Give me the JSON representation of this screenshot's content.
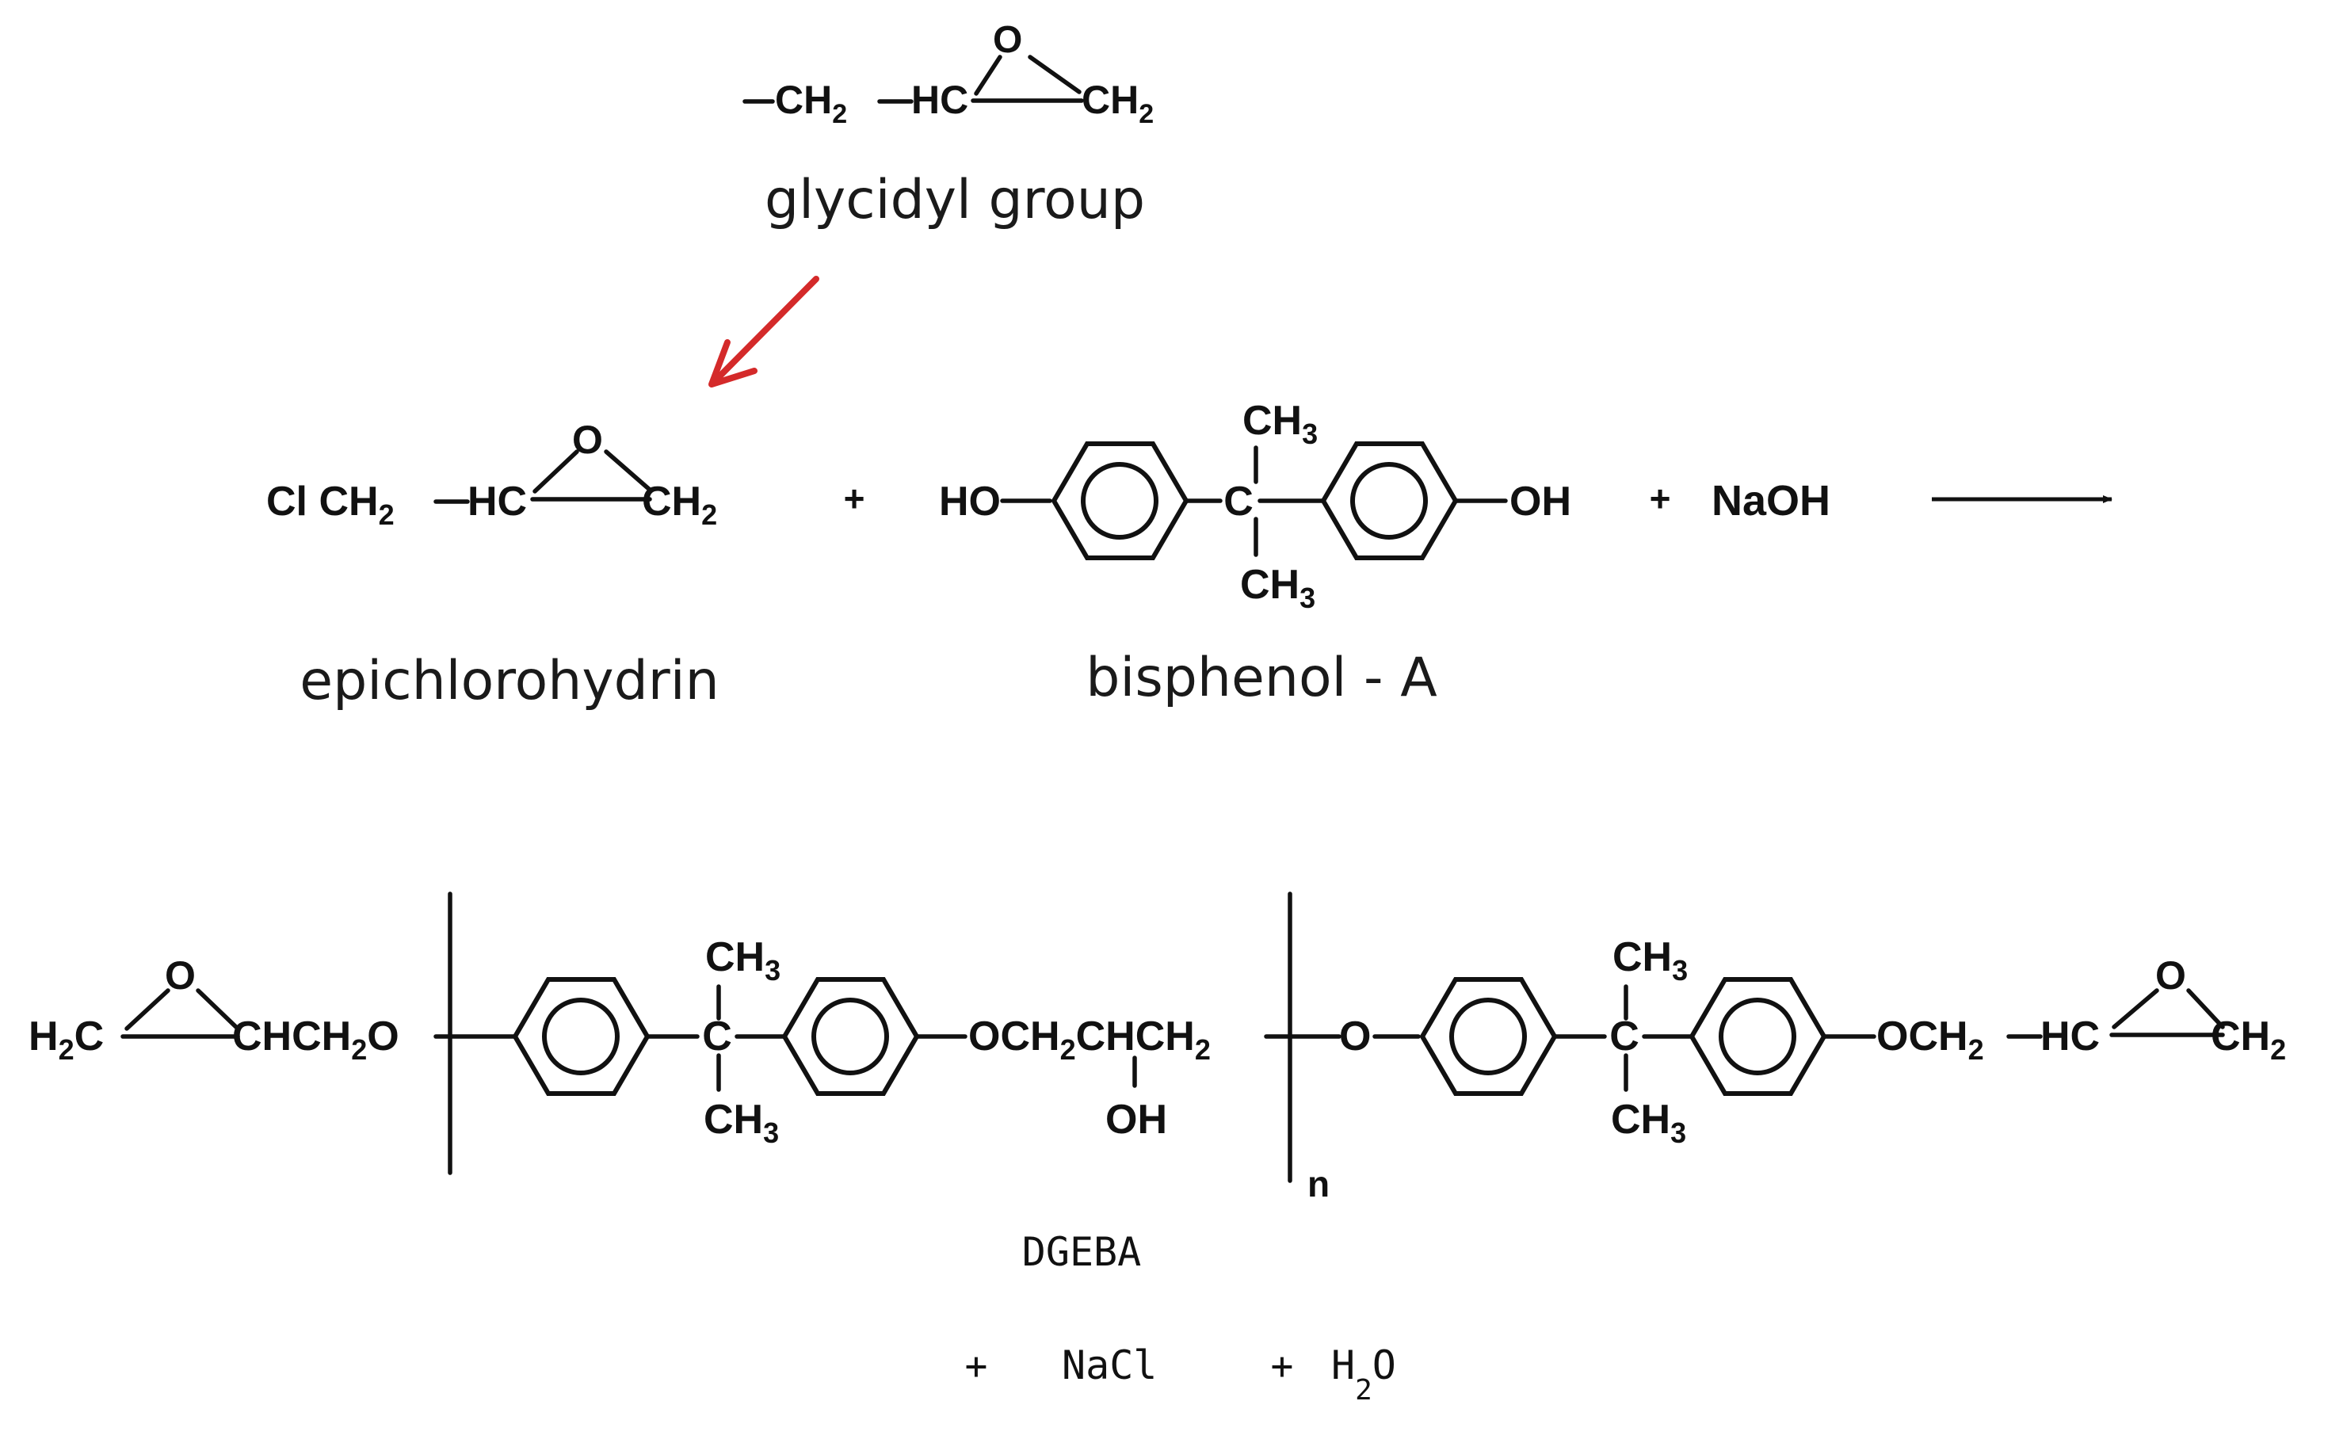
{
  "colors": {
    "arrow": "#d42a2a",
    "ink": "#111111",
    "background": "#ffffff"
  },
  "glycidyl": {
    "ch2": "CH",
    "sub2": "2",
    "hc": "HC",
    "o": "O",
    "label": "glycidyl group"
  },
  "epichlorohydrin": {
    "cl_ch2": "Cl CH",
    "sub2": "2",
    "hc": "HC",
    "ch2": "CH",
    "o": "O",
    "label": "epichlorohydrin"
  },
  "bisphenol": {
    "ho": "HO",
    "oh": "OH",
    "c": "C",
    "ch3": "CH",
    "sub3": "3",
    "label": "bisphenol - A"
  },
  "reaction": {
    "plus": "+",
    "naoh": "NaOH"
  },
  "dgeba": {
    "h2c_h": "H",
    "h2c_c": "C",
    "chch2o": "CHCH",
    "o_tail": "O",
    "och2chch2": "OCH",
    "chch2": "CHCH",
    "oh": "OH",
    "o_link": "O",
    "och2": "OCH",
    "hc": "HC",
    "ch2": "CH",
    "c": "C",
    "ch3": "CH",
    "sub2": "2",
    "sub3": "3",
    "n": "n",
    "o_ring": "O",
    "label": "DGEBA"
  },
  "byproducts": {
    "plus1": "+",
    "nacl": "NaCl",
    "plus2": "+",
    "h": "H",
    "sub2": "2",
    "o": "O"
  }
}
